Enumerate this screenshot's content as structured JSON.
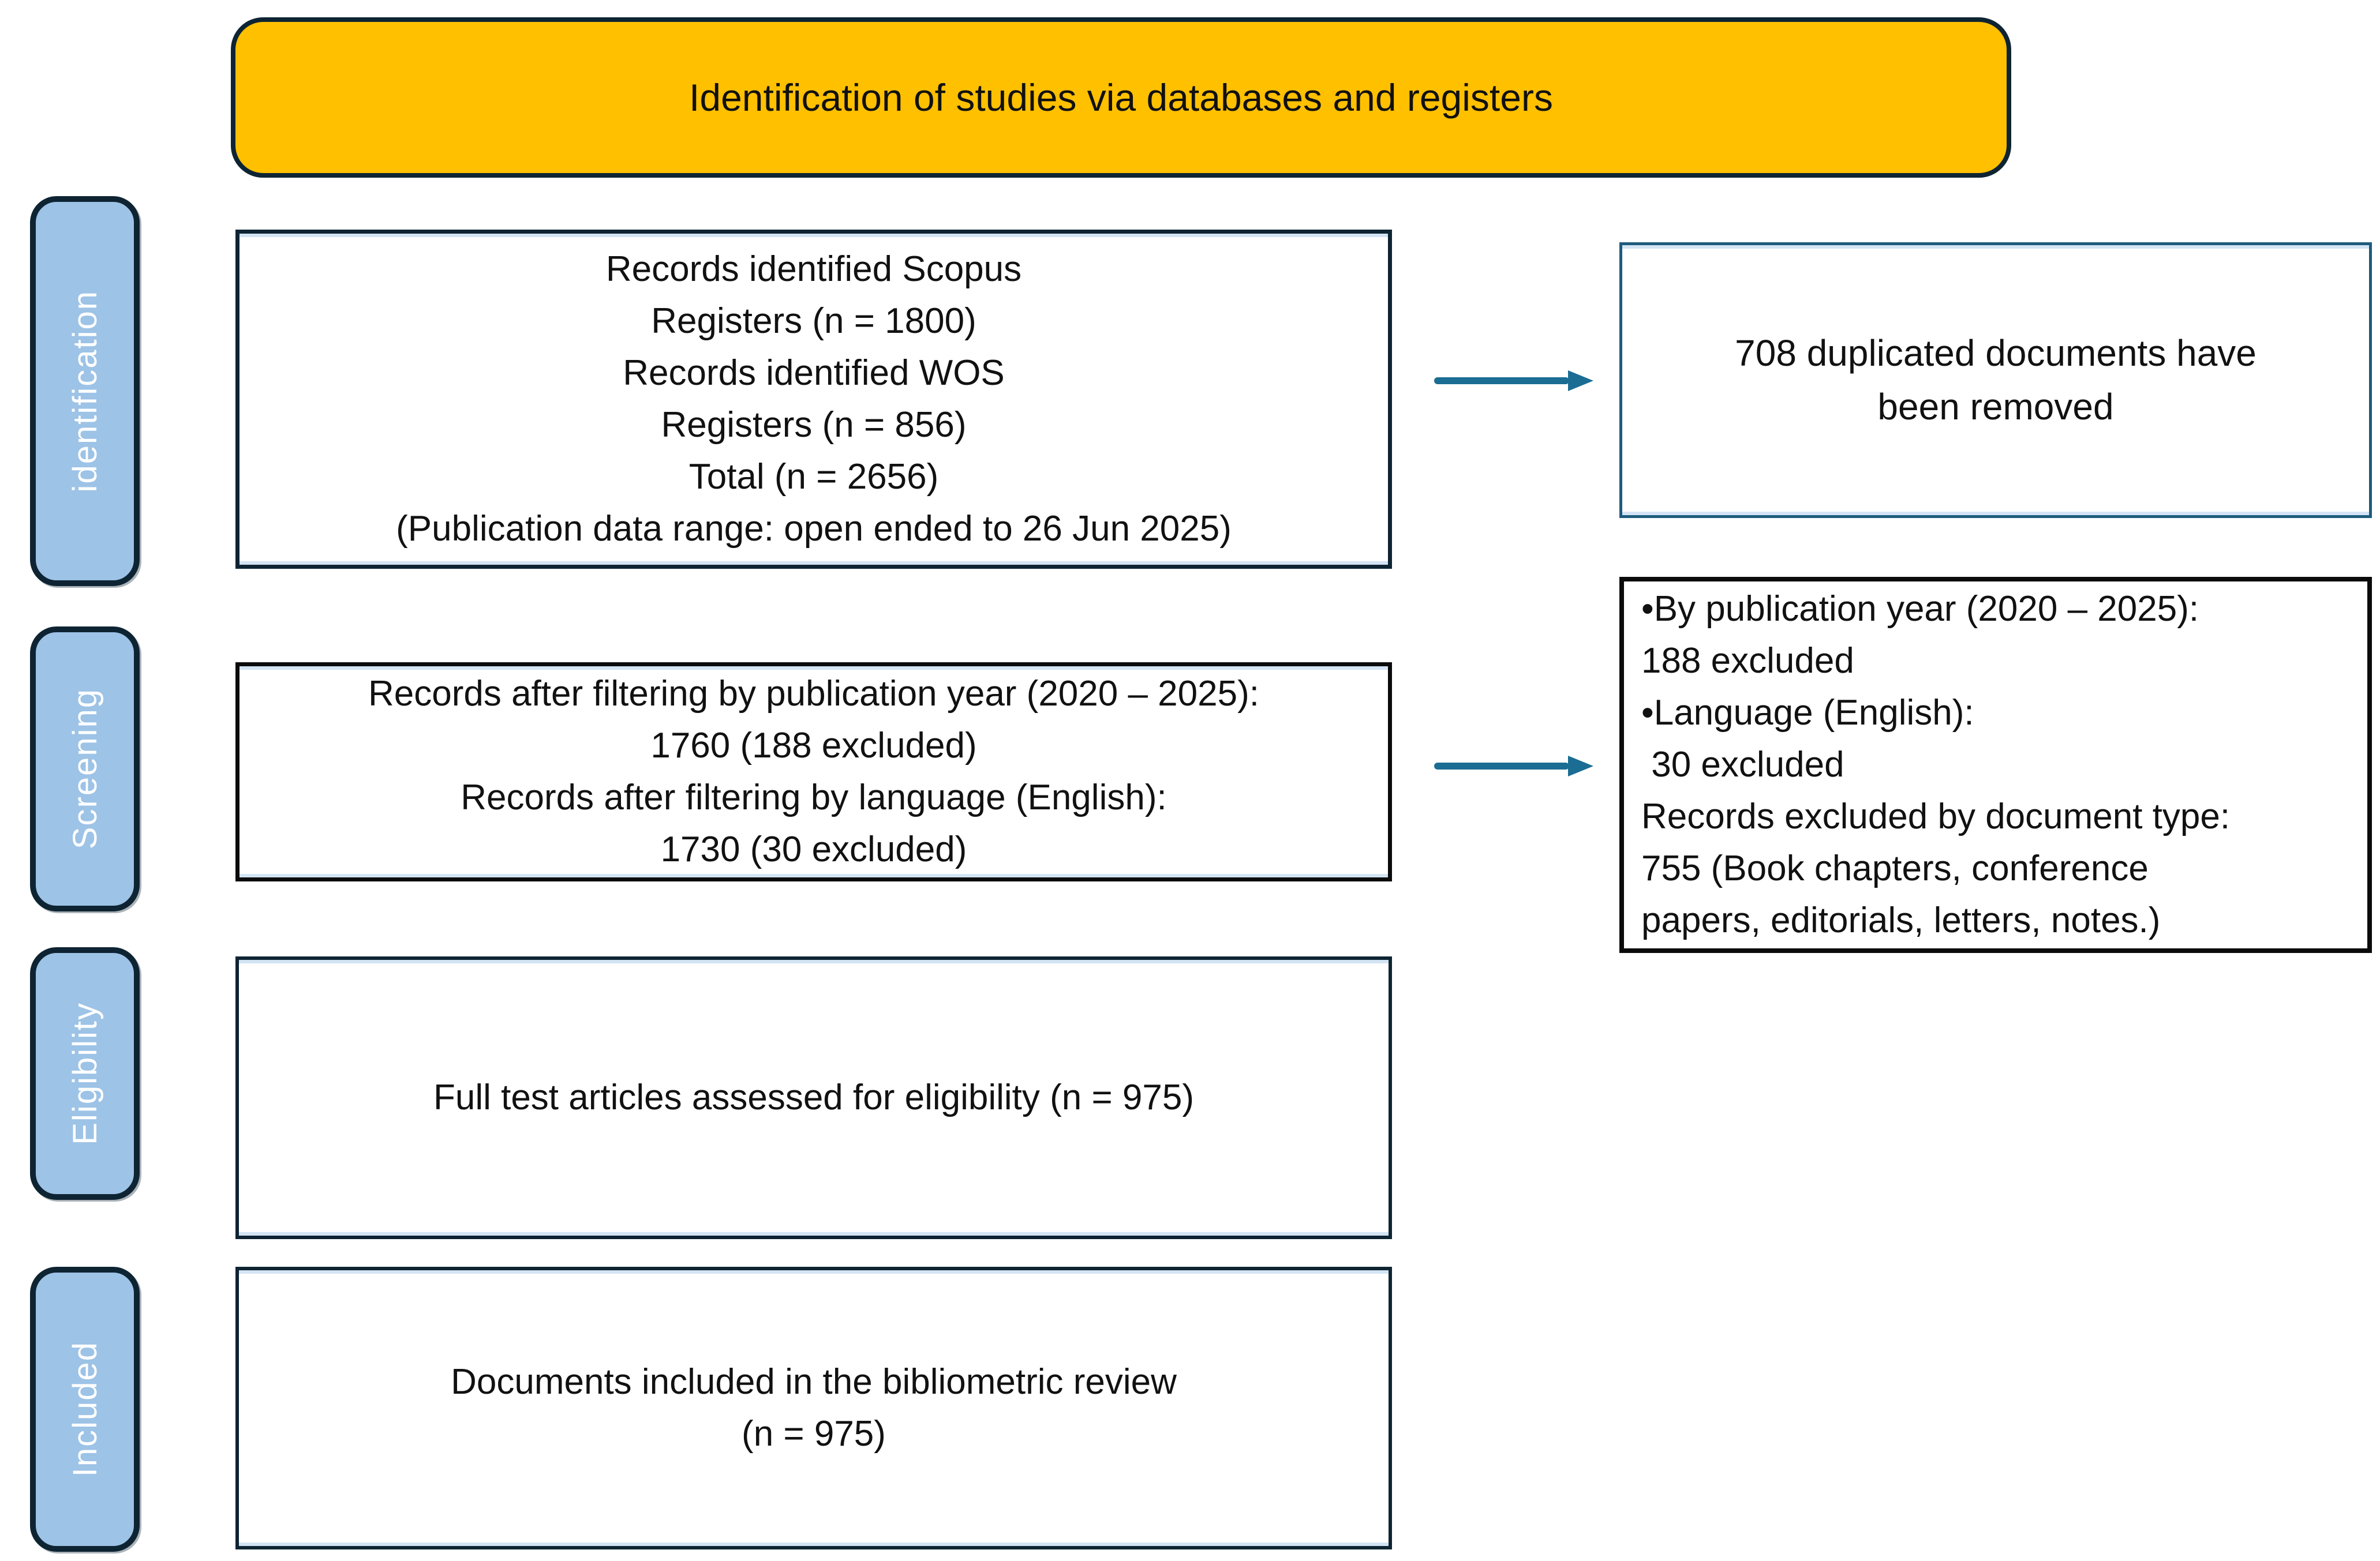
{
  "header": {
    "title": "Identification of studies via databases and registers"
  },
  "stages": [
    {
      "label": "identification"
    },
    {
      "label": "Screening"
    },
    {
      "label": "Eligibility"
    },
    {
      "label": "Included"
    }
  ],
  "boxes": {
    "identification": {
      "lines": [
        "Records identified Scopus",
        "Registers (n = 1800)",
        "Records identified WOS",
        "Registers (n = 856)",
        "Total (n = 2656)",
        "(Publication data range: open ended to 26 Jun 2025)"
      ]
    },
    "screening": {
      "lines": [
        "Records after filtering by publication year (2020 – 2025):",
        "1760 (188 excluded)",
        "Records after filtering by language (English):",
        "1730 (30 excluded)"
      ]
    },
    "eligibility": {
      "lines": [
        "Full test articles assessed for eligibility (n = 975)"
      ]
    },
    "included": {
      "lines": [
        "Documents included in the bibliometric review",
        "(n = 975)"
      ]
    }
  },
  "side_boxes": {
    "duplicates": {
      "lines": [
        "708 duplicated documents have",
        "been removed"
      ]
    },
    "exclusions": {
      "lines": [
        "•By publication year (2020 – 2025):",
        "188 excluded",
        "•Language (English):",
        " 30 excluded",
        "Records excluded by document type:",
        "755 (Book chapters, conference",
        "papers, editorials, letters, notes.)"
      ]
    }
  },
  "colors": {
    "header_fill": "#FFC000",
    "stage_fill": "#9DC3E6",
    "stage_text": "#FFFFFF",
    "border_navy": "#0E2433",
    "border_black": "#0B0B0B",
    "duplicates_border": "#1D5C7D",
    "arrow_teal": "#1B6D93",
    "text": "#111111"
  }
}
